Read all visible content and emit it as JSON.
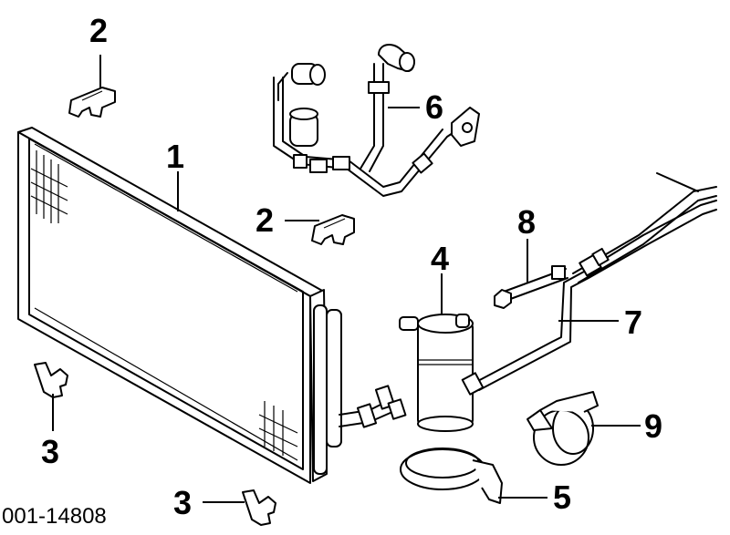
{
  "diagram_code": "001-14808",
  "callouts": [
    {
      "id": "c2a",
      "text": "2"
    },
    {
      "id": "c6",
      "text": "6"
    },
    {
      "id": "c1",
      "text": "1"
    },
    {
      "id": "c2b",
      "text": "2"
    },
    {
      "id": "c8",
      "text": "8"
    },
    {
      "id": "c4",
      "text": "4"
    },
    {
      "id": "c7",
      "text": "7"
    },
    {
      "id": "c9",
      "text": "9"
    },
    {
      "id": "c3a",
      "text": "3"
    },
    {
      "id": "c3b",
      "text": "3"
    },
    {
      "id": "c5",
      "text": "5"
    }
  ]
}
